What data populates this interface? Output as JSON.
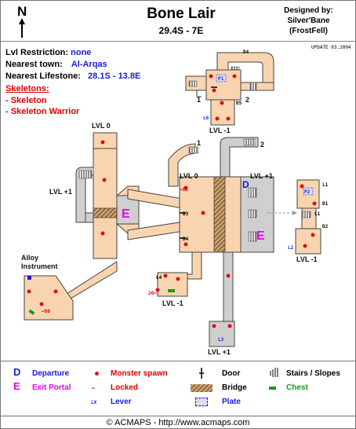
{
  "header": {
    "compass_label": "N",
    "title": "Bone Lair",
    "coords": "29.4S - 7E",
    "credits_line1": "Designed by:",
    "credits_line2": "Silver'Bane",
    "credits_line3": "(FrostFell)",
    "update": "UPDATE 03.2004"
  },
  "info": {
    "lvl_label": "Lvl Restriction:",
    "lvl_value": "none",
    "town_label": "Nearest town:",
    "town_value": "Al-Arqas",
    "lifestone_label": "Nearest Lifestone:",
    "lifestone_value": "28.1S - 13.8E",
    "skeletons_title": "Skeletons:",
    "skeletons": [
      "- Skeleton",
      "- Skeleton Warrior"
    ]
  },
  "labels": {
    "lvl0_left": "LVL 0",
    "lvl1_left": "LVL +1",
    "alloy": [
      "Alloy",
      "Instrument"
    ],
    "lvl0_center": "LVL 0",
    "lvl1_center": "LVL +1",
    "lvlm1_top": "LVL -1",
    "lvlm1_right": "LVL -1",
    "lvlm1_bottom": "LVL -1",
    "lvl1_bottom": "LVL +1",
    "exit_marker": "E",
    "departure_marker": "D",
    "red_1_top": "1",
    "red_2_top": "2",
    "red_1_mid": "1",
    "red_2_mid": "2",
    "lock_82": "82",
    "lock_80": "80",
    "lock_20": "20",
    "d1": "D1",
    "d2": "D2",
    "d3": "D3",
    "d4": "D4",
    "d5": "D5",
    "d6": "D6",
    "l1": "L1",
    "l2": "L2",
    "l3": "L3",
    "l4": "L4",
    "l6": "L6",
    "p1": "P1",
    "p2": "P2"
  },
  "legend": {
    "departure": "Departure",
    "exit_portal": "Exit Portal",
    "lever": "Lever",
    "monster_spawn": "Monster spawn",
    "locked": "Locked",
    "plate": "Plate",
    "door": "Door",
    "bridge": "Bridge",
    "stairs": "Stairs / Slopes",
    "chest": "Chest",
    "d_symbol": "D",
    "e_symbol": "E",
    "lx_symbol": "LX"
  },
  "copyright": "© ACMAPS - http://www.acmaps.com",
  "colors": {
    "floor": "#f8d5b0",
    "floor_edge": "#444444",
    "grey_room": "#cfcfcf",
    "spawn": "#e01010",
    "exit": "#ee00ee",
    "departure": "#1a1ae0",
    "chest": "#1a9a1a",
    "bridge": "#9a6a3a"
  }
}
